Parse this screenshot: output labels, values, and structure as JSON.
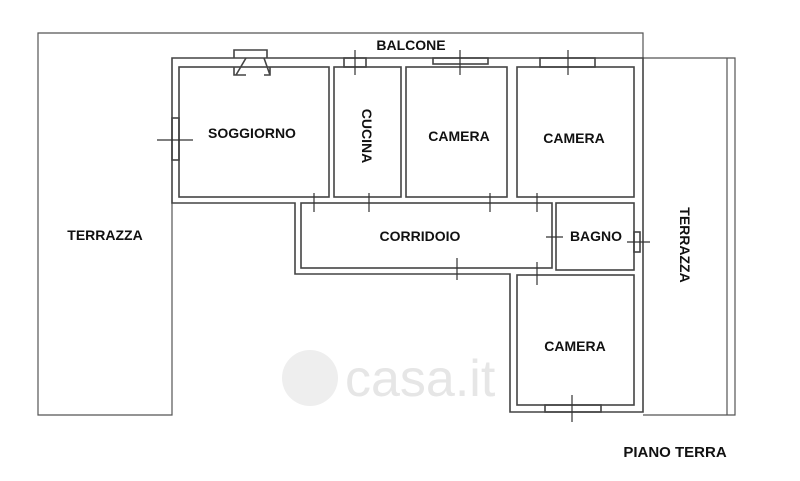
{
  "title": "PIANO TERRA",
  "watermark": "casa.it",
  "rooms": {
    "balcone": "BALCONE",
    "soggiorno": "SOGGIORNO",
    "cucina": "CUCINA",
    "camera1": "CAMERA",
    "camera2": "CAMERA",
    "corridoio": "CORRIDOIO",
    "bagno": "BAGNO",
    "camera3": "CAMERA",
    "terrazza_left": "TERRAZZA",
    "terrazza_right": "TERRAZZA"
  }
}
